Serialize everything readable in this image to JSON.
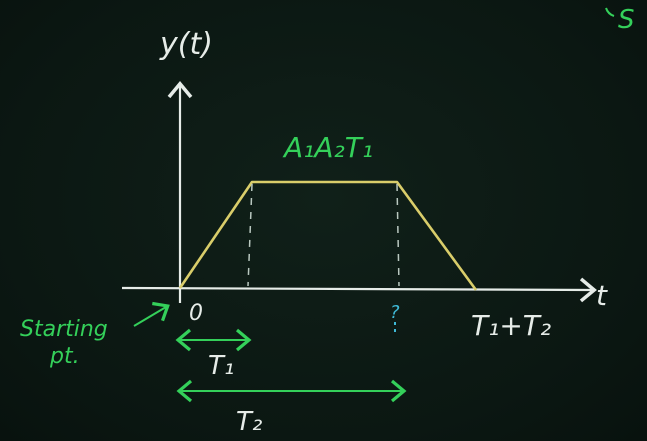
{
  "diagram": {
    "y_axis_label": "y(t)",
    "x_axis_label": "t",
    "plateau_label": "A₁A₂T₁",
    "origin_label": "0",
    "question_mark": "?",
    "end_label": "T₁+T₂",
    "starting_point_label_line1": "Starting",
    "starting_point_label_line2": "pt.",
    "t1_label": "T₁",
    "t2_label": "T₂",
    "corner_text": "S",
    "colors": {
      "axes": "#e6ece8",
      "trapezoid": "#d9cd6a",
      "green_text": "#34d05a",
      "dashed_guides": "#b9c8c0",
      "question_mark": "#3fb9d6",
      "background": "#0d1a14"
    }
  }
}
